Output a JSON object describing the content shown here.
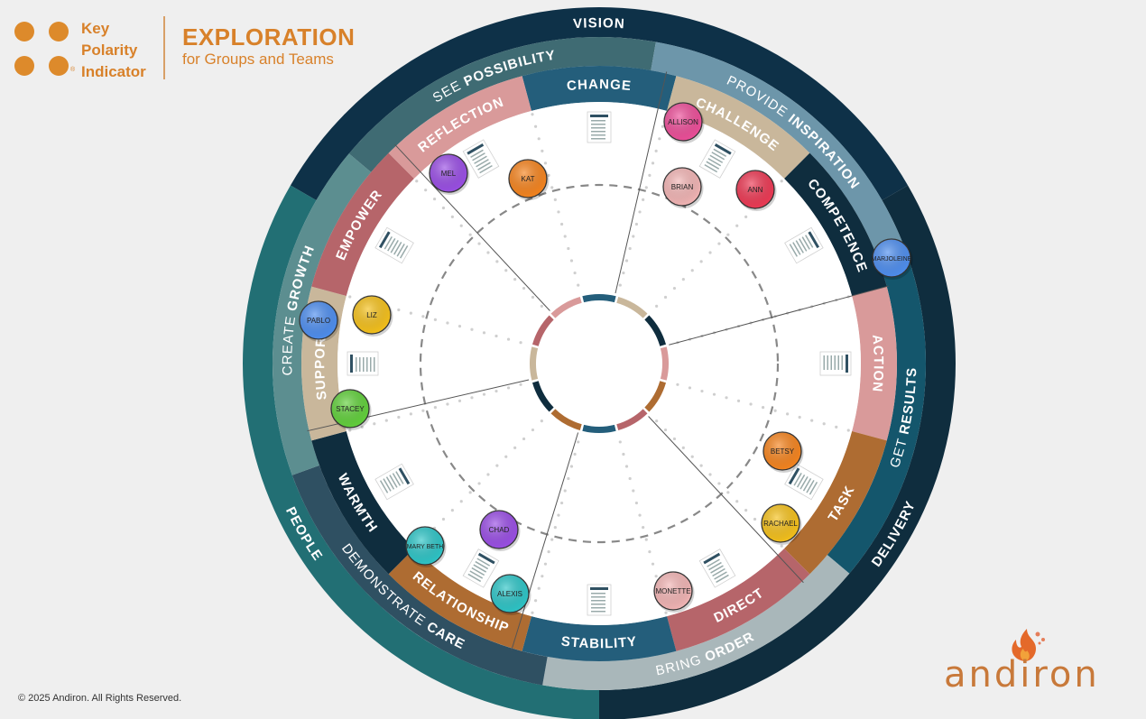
{
  "logo": {
    "lines": [
      "Key",
      "Polarity",
      "Indicator"
    ],
    "reg": "®",
    "title": "EXPLORATION",
    "subtitle": "for Groups and Teams"
  },
  "copyright": "© 2025 Andiron. All Rights Reserved.",
  "brand": "andiron",
  "colors": {
    "navy": "#0e3148",
    "teal": "#226f74",
    "slateTeal": "#3f6b73",
    "slateBlue": "#6d96aa",
    "blueTeal": "#14566c",
    "darkSlate": "#2f5062",
    "grey": "#a9b7ba",
    "pink": "#d99a9a",
    "rose": "#b6656a",
    "tan": "#c9b79b",
    "rust": "#ae6c32",
    "blue": "#245e7b",
    "darkNavy": "#0f2d3e",
    "orange": "#dd8a2b"
  },
  "outer_labels": [
    {
      "text": "VISION",
      "mid": 0
    },
    {
      "text": "PEOPLE",
      "mid": 240
    },
    {
      "text": "DELIVERY",
      "mid": 120
    }
  ],
  "middle_labels": [
    {
      "light": "SEE",
      "bold": "POSSIBILITY",
      "mid": 340
    },
    {
      "light": "PROVIDE",
      "bold": "INSPIRATION",
      "mid": 40
    },
    {
      "light": "GET",
      "bold": "RESULTS",
      "mid": 100
    },
    {
      "light": "BRING",
      "bold": "ORDER",
      "mid": 160
    },
    {
      "light": "DEMONSTRATE",
      "bold": "CARE",
      "mid": 220
    },
    {
      "light": "CREATE",
      "bold": "GROWTH",
      "mid": 280
    }
  ],
  "segments": [
    {
      "label": "CHANGE",
      "mid": 0
    },
    {
      "label": "CHALLENGE",
      "mid": 30
    },
    {
      "label": "COMPETENCE",
      "mid": 60
    },
    {
      "label": "ACTION",
      "mid": 90
    },
    {
      "label": "TASK",
      "mid": 120
    },
    {
      "label": "DIRECT",
      "mid": 150
    },
    {
      "label": "STABILITY",
      "mid": 180
    },
    {
      "label": "RELATIONSHIP",
      "mid": 210
    },
    {
      "label": "WARMTH",
      "mid": 240
    },
    {
      "label": "SUPPORT",
      "mid": 270
    },
    {
      "label": "EMPOWER",
      "mid": 300
    },
    {
      "label": "REFLECTION",
      "mid": 330
    }
  ],
  "people": [
    {
      "name": "ALLISON",
      "color": "#ee4f9a"
    },
    {
      "name": "BRIAN",
      "color": "#f4b6b6"
    },
    {
      "name": "ANN",
      "color": "#ee3a55"
    },
    {
      "name": "MARJOLEINE",
      "color": "#4f8ff0"
    },
    {
      "name": "MEL",
      "color": "#9b4fe6"
    },
    {
      "name": "KAT",
      "color": "#f7851f"
    },
    {
      "name": "PABLO",
      "color": "#4f8ff0"
    },
    {
      "name": "LIZ",
      "color": "#f6c21c"
    },
    {
      "name": "STACEY",
      "color": "#62d13c"
    },
    {
      "name": "BETSY",
      "color": "#f7851f"
    },
    {
      "name": "RACHAEL",
      "color": "#f6c21c"
    },
    {
      "name": "MONETTE",
      "color": "#f4b6b6"
    },
    {
      "name": "CHAD",
      "color": "#9b4fe6"
    },
    {
      "name": "MARY BETH",
      "color": "#2ec6c8"
    },
    {
      "name": "ALEXIS",
      "color": "#2ec6c8"
    }
  ]
}
